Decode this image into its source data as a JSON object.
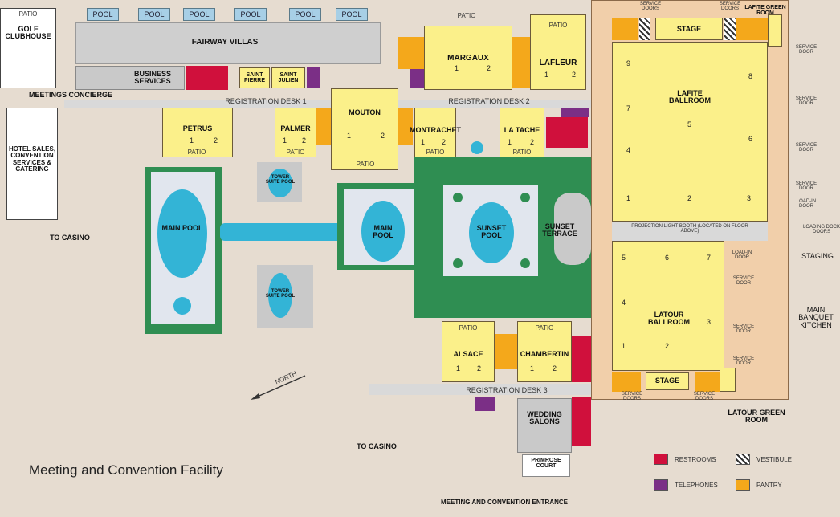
{
  "title": "Meeting and Convention Facility",
  "colors": {
    "room": "#fbf08a",
    "green": "#2f8e52",
    "water": "#33b4d6",
    "pantry": "#f4a81b",
    "restroom": "#d0103c",
    "telephone": "#7b2f86",
    "kitchen": "#f1cfaa"
  },
  "buildings": {
    "golf_clubhouse": "GOLF CLUBHOUSE",
    "patio": "PATIO",
    "fairway_villas": "FAIRWAY VILLAS",
    "pool": "POOL",
    "business_services": "BUSINESS SERVICES",
    "saint_pierre": "SAINT PIERRE",
    "saint_julien": "SAINT JULIEN",
    "meetings_concierge": "MEETINGS CONCIERGE",
    "hotel_sales": "HOTEL SALES, CONVENTION SERVICES & CATERING",
    "to_casino": "TO CASINO",
    "registration_desk_1": "REGISTRATION DESK 1",
    "registration_desk_2": "REGISTRATION DESK 2",
    "registration_desk_3": "REGISTRATION DESK 3",
    "petrus": "PETRUS",
    "palmer": "PALMER",
    "mouton": "MOUTON",
    "montrachet": "MONTRACHET",
    "la_tache": "LA TACHE",
    "margaux": "MARGAUX",
    "lafleur": "LAFLEUR",
    "lafite_green_room": "LAFITE GREEN ROOM",
    "stage": "STAGE",
    "lafite_ballroom": "LAFITE BALLROOM",
    "latour_ballroom": "LATOUR BALLROOM",
    "latour_green_room": "LATOUR GREEN ROOM",
    "service_doors": "SERVICE DOORS",
    "service_door": "SERVICE DOOR",
    "load_in_door": "LOAD-IN DOOR",
    "loading_dock_doors": "LOADING DOCK DOORS",
    "staging": "STAGING",
    "main_banquet_kitchen": "MAIN BANQUET KITCHEN",
    "projection_booth": "PROJECTION LIGHT BOOTH (LOCATED ON FLOOR ABOVE)",
    "main_pool": "MAIN POOL",
    "tower_suite_pool": "TOWER SUITE POOL",
    "sunset_pool": "SUNSET POOL",
    "sunset_terrace": "SUNSET TERRACE",
    "alsace": "ALSACE",
    "chambertin": "CHAMBERTIN",
    "wedding_salons": "WEDDING SALONS",
    "primrose_court": "PRIMROSE COURT",
    "meeting_entrance": "MEETING AND CONVENTION ENTRANCE",
    "north": "NORTH"
  },
  "numbers": {
    "n1": "1",
    "n2": "2",
    "n3": "3",
    "n4": "4",
    "n5": "5",
    "n6": "6",
    "n7": "7",
    "n8": "8",
    "n9": "9"
  },
  "legend": {
    "restrooms": "RESTROOMS",
    "telephones": "TELEPHONES",
    "vestibule": "VESTIBULE",
    "pantry": "PANTRY"
  }
}
